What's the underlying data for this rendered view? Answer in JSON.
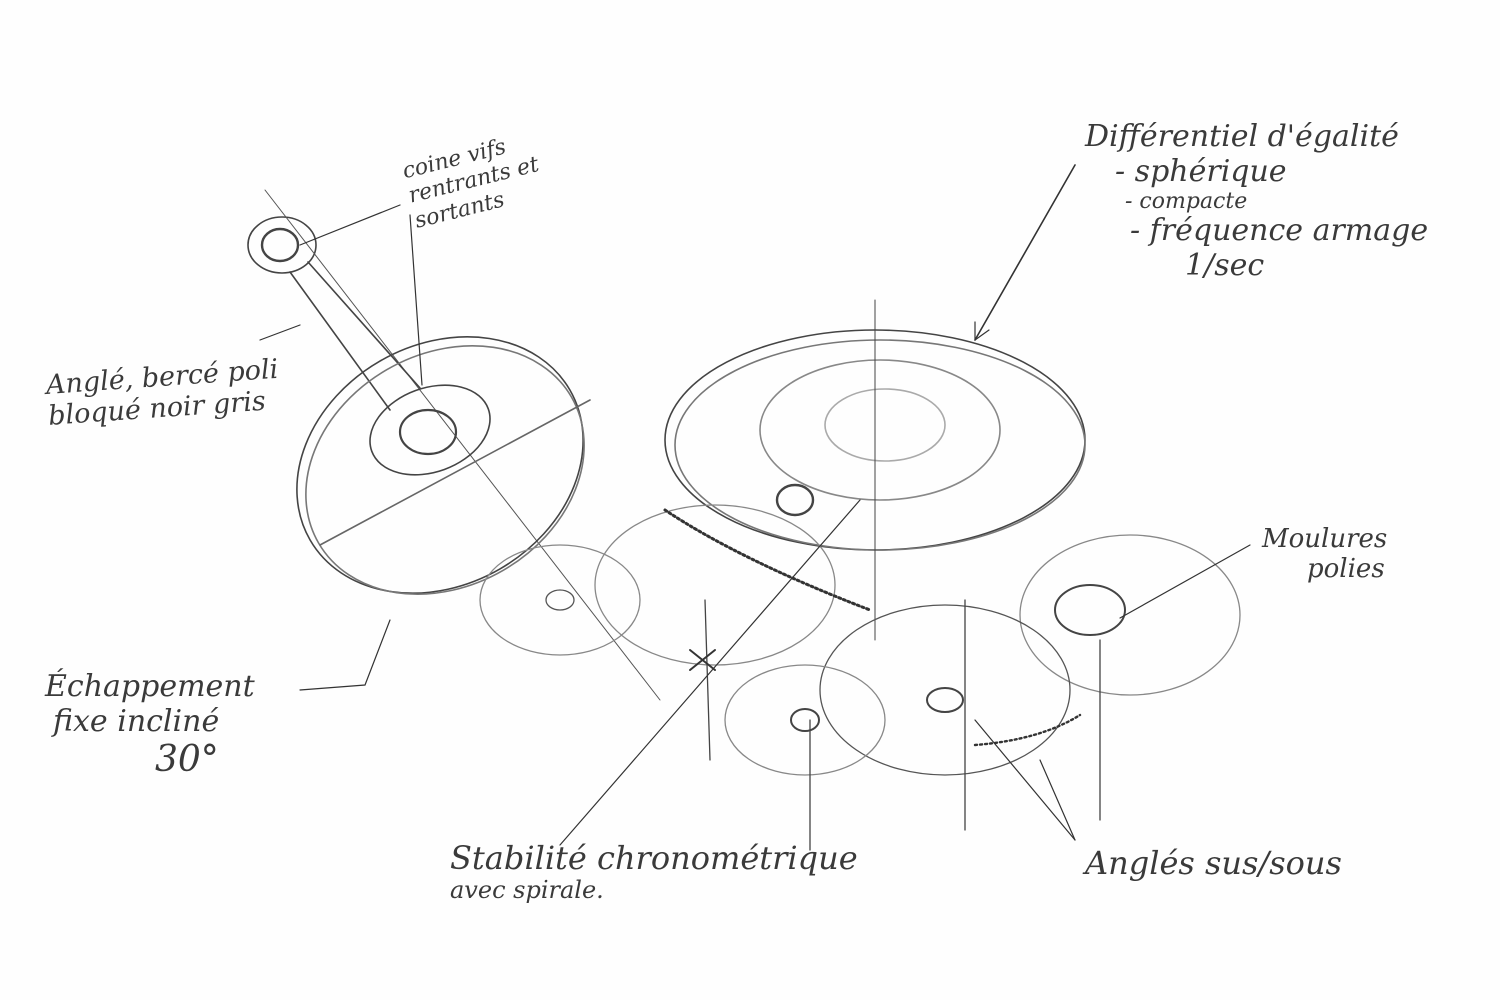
{
  "sketch": {
    "ink_color": "#3a3a3a",
    "pencil_light": "#9a9a9a",
    "annotations": {
      "screws": [
        "coine vifs",
        "rentrants et",
        "sortants"
      ],
      "finish": [
        "Anglé, bercé poli",
        "bloqué noir gris"
      ],
      "differential": {
        "title": "Différentiel d'égalité",
        "items": [
          "- sphérique",
          "- compacte",
          "- fréquence armage",
          "1/sec"
        ]
      },
      "moulures": [
        "Moulures",
        "polies"
      ],
      "escapement": [
        "Échappement",
        "fixe incliné",
        "30°"
      ],
      "stability": [
        "Stabilité chronométrique",
        "avec spirale."
      ],
      "angles": "Anglés sus/sous"
    }
  }
}
